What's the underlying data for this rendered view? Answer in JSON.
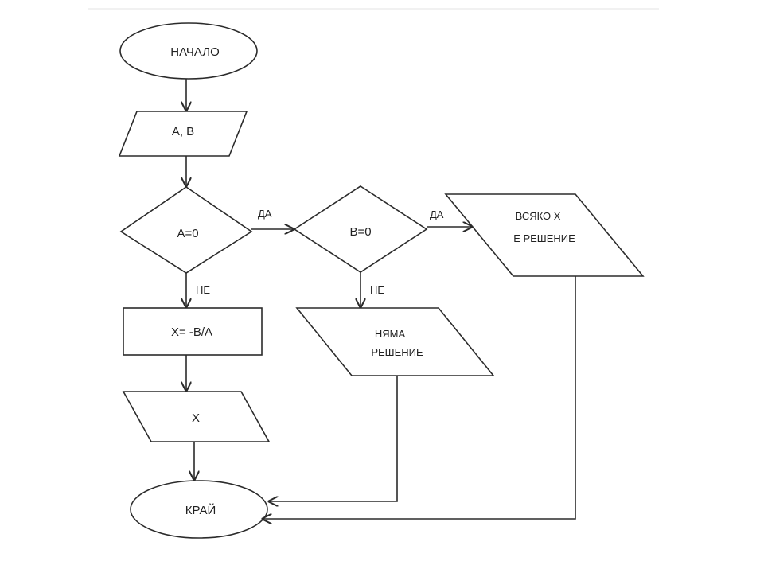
{
  "diagram": {
    "nodes": {
      "start": "НАЧАЛО",
      "input": "А, В",
      "decision_a": "А=0",
      "compute": "Х= -В/А",
      "output_x": "Х",
      "decision_b": "В=0",
      "no_solution_line1": "НЯМА",
      "no_solution_line2": "РЕШЕНИЕ",
      "any_x_line1": "ВСЯКО Х",
      "any_x_line2": "Е  РЕШЕНИЕ",
      "end": "КРАЙ"
    },
    "edge_labels": {
      "a_yes": "ДА",
      "a_no": "НЕ",
      "b_yes": "ДА",
      "b_no": "НЕ"
    },
    "colors": {
      "stroke": "#2b2b2b",
      "text": "#222222"
    }
  }
}
